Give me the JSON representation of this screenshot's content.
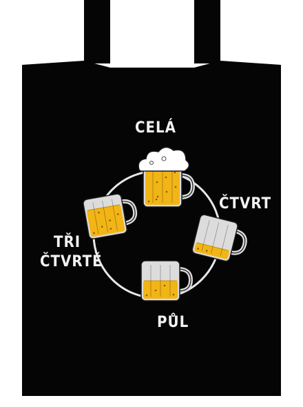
{
  "labels": {
    "cela": "CELÁ",
    "ctvrt": "ČTVRT",
    "tri": "TŘI",
    "ctvrte": "ČTVRTĚ",
    "pul": "PŮL"
  },
  "mugs": [
    {
      "name": "full-mug",
      "fill_level": 1.0,
      "foam": true
    },
    {
      "name": "quarter-mug",
      "fill_level": 0.25,
      "foam": false
    },
    {
      "name": "half-mug",
      "fill_level": 0.5,
      "foam": false
    },
    {
      "name": "three-quarter-mug",
      "fill_level": 0.75,
      "foam": false
    }
  ],
  "colors": {
    "bag": "#050505",
    "text": "#f2f2f2",
    "beer": "#f2b516",
    "glass": "#dcdcdc",
    "outline": "#1a1a1a",
    "circle": "#e8e8e8"
  }
}
